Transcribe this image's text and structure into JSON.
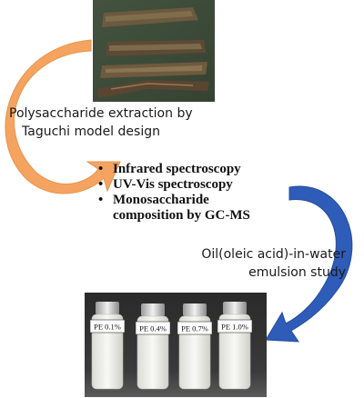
{
  "extraction_caption": {
    "line1": "Polysaccharide extraction by",
    "line2": "Taguchi model design"
  },
  "analysis_list": {
    "items": [
      "Infrared spectroscopy",
      "UV-Vis spectroscopy",
      "Monosaccharide composition by GC-MS"
    ],
    "item3_line1": "Monosaccharide",
    "item3_line2": "composition by GC-MS"
  },
  "emulsion_caption": {
    "line1": "Oil(oleic acid)-in-water",
    "line2": "emulsion study"
  },
  "bottles": [
    {
      "label": "PE 0.1%"
    },
    {
      "label": "PE 0.4%"
    },
    {
      "label": "PE 0.7%"
    },
    {
      "label": "PE 1.0%"
    }
  ],
  "colors": {
    "orange_arrow": "#F4A460",
    "blue_arrow": "#2E5CB8",
    "bark_background": "#3a4a36"
  }
}
